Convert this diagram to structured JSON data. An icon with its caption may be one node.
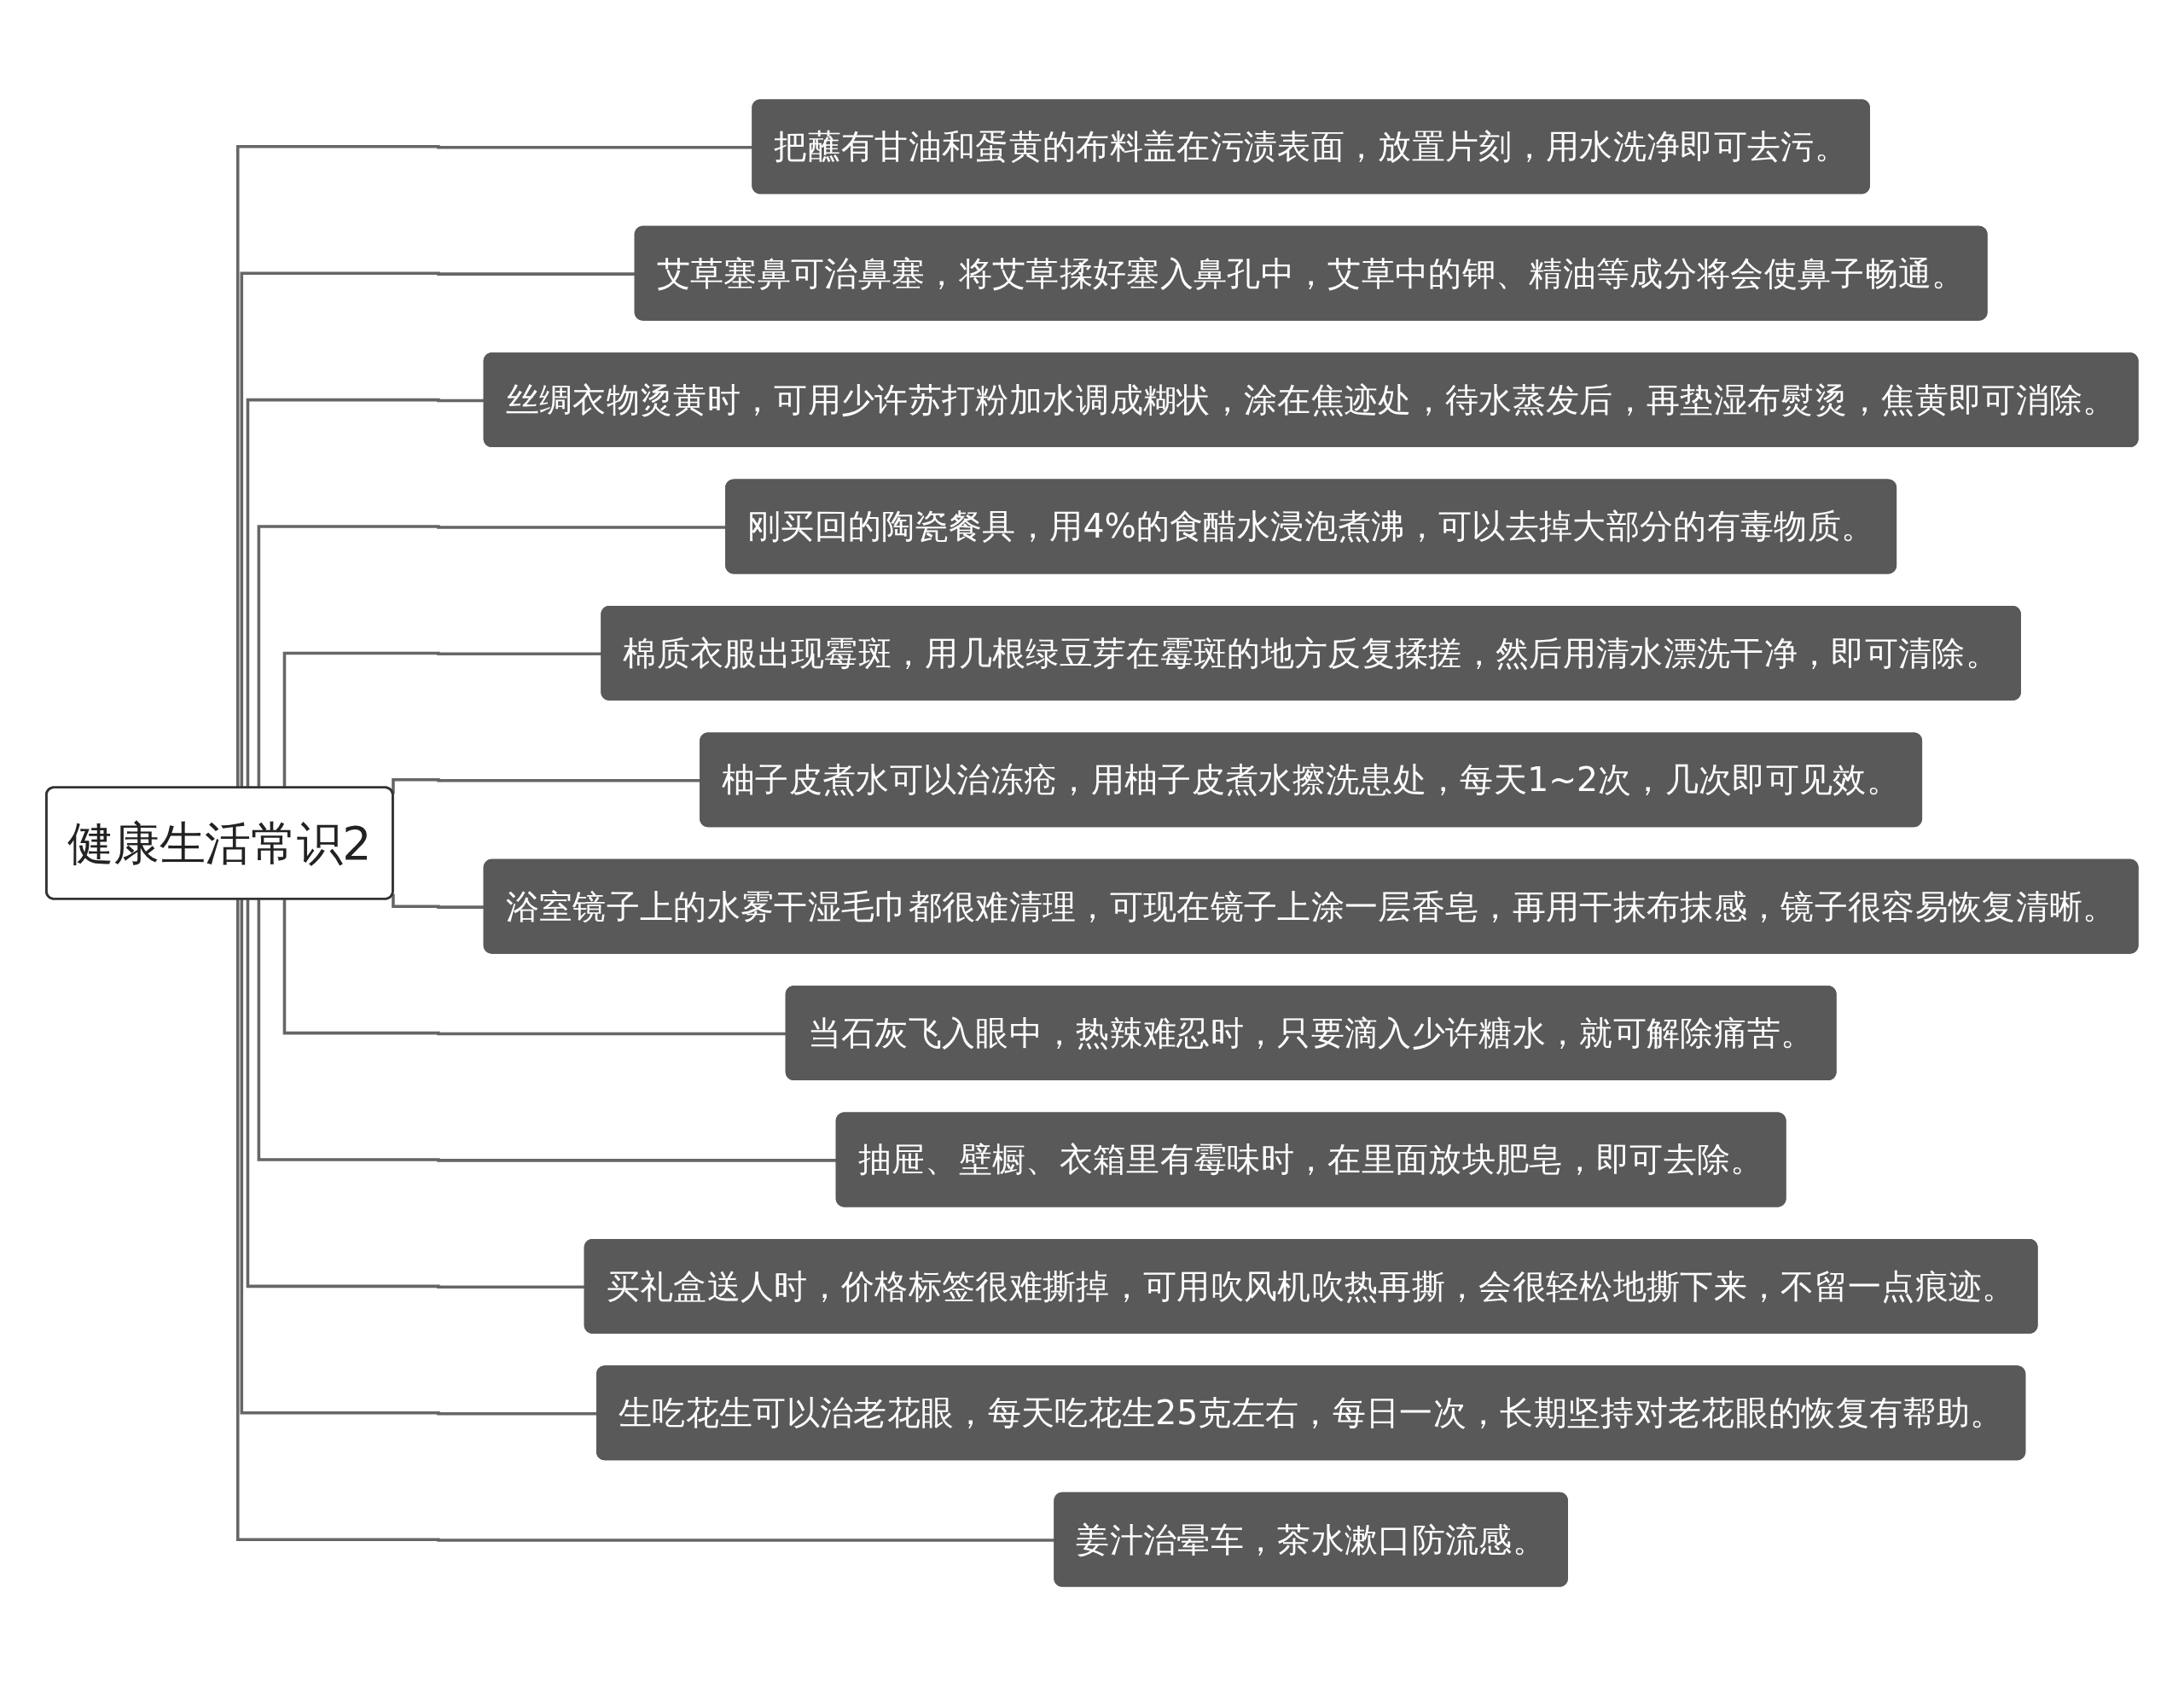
{
  "diagram": {
    "nodes": [
      {
        "text": [
          "健康生活常识2"
        ]
      },
      {
        "text": [
          "把蘸有甘油和蛋黄的布料盖在污渍表面，放置片刻，用水洗净即可去污。"
        ]
      },
      {
        "text": [
          "艾草塞鼻可治鼻塞，将艾草揉好塞入鼻孔中，艾草中的钾、精油等成分将会使鼻子畅通。"
        ]
      },
      {
        "text": [
          "丝绸衣物烫黄时，可用少许苏打粉加水调成糊状，涂在焦迹处，待水蒸发后，再垫湿布熨烫，焦黄即可消除。"
        ]
      },
      {
        "text": [
          "刚买回的陶瓷餐具，用4%的食醋水浸泡煮沸，可以去掉大部分的有毒物质。"
        ]
      },
      {
        "text": [
          "棉质衣服出现霉斑，用几根绿豆芽在霉斑的地方反复揉搓，然后用清水漂洗干净，即可清除。"
        ]
      },
      {
        "text": [
          "柚子皮煮水可以治冻疮，用柚子皮煮水擦洗患处，每天1~2次，几次即可见效。"
        ]
      },
      {
        "text": [
          "浴室镜子上的水雾干湿毛巾都很难清理，可现在镜子上涂一层香皂，再用干抹布抹感，镜子很容易恢复清晰。"
        ]
      },
      {
        "text": [
          "当石灰飞入眼中，热辣难忍时，只要滴入少许糖水，就可解除痛苦。"
        ]
      },
      {
        "text": [
          "抽屉、壁橱、衣箱里有霉味时，在里面放块肥皂，即可去除。"
        ]
      },
      {
        "text": [
          "买礼盒送人时，价格标签很难撕掉，可用吹风机吹热再撕，会很轻松地撕下来，不留一点痕迹。"
        ]
      },
      {
        "text": [
          "生吃花生可以治老花眼，每天吃花生25克左右，每日一次，长期坚持对老花眼的恢复有帮助。"
        ]
      },
      {
        "text": [
          "姜汁治晕车，茶水漱口防流感。"
        ]
      }
    ],
    "edges": [
      {
        "from": 0,
        "to": 1,
        "arrow": "none"
      },
      {
        "from": 0,
        "to": 2,
        "arrow": "none"
      },
      {
        "from": 0,
        "to": 3,
        "arrow": "none"
      },
      {
        "from": 0,
        "to": 4,
        "arrow": "none"
      },
      {
        "from": 0,
        "to": 5,
        "arrow": "none"
      },
      {
        "from": 0,
        "to": 6,
        "arrow": "none"
      },
      {
        "from": 0,
        "to": 7,
        "arrow": "none"
      },
      {
        "from": 0,
        "to": 8,
        "arrow": "none"
      },
      {
        "from": 0,
        "to": 9,
        "arrow": "none"
      },
      {
        "from": 0,
        "to": 10,
        "arrow": "none"
      },
      {
        "from": 0,
        "to": 11,
        "arrow": "none"
      },
      {
        "from": 0,
        "to": 12,
        "arrow": "none"
      }
    ]
  }
}
